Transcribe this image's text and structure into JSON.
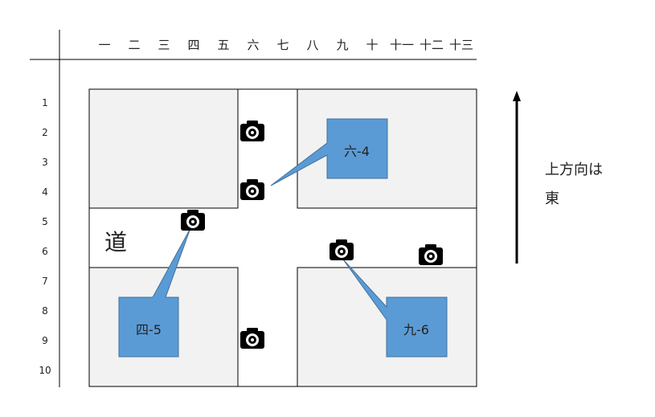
{
  "column_labels": [
    "一",
    "二",
    "三",
    "四",
    "五",
    "六",
    "七",
    "八",
    "九",
    "十",
    "十一",
    "十二",
    "十三"
  ],
  "row_labels": [
    "1",
    "2",
    "3",
    "4",
    "5",
    "6",
    "7",
    "8",
    "9",
    "10"
  ],
  "road_label": "道",
  "callouts": [
    {
      "label": "六-4"
    },
    {
      "label": "四-5"
    },
    {
      "label": "九-6"
    }
  ],
  "direction_note": [
    "上方向は",
    "東"
  ],
  "icons": {
    "camera": "camera-icon",
    "arrow": "arrow-up-icon"
  },
  "colors": {
    "block_fill": "#f2f2f2",
    "callout_fill": "#5b9bd5",
    "callout_stroke": "#41719c",
    "line": "#000000"
  }
}
